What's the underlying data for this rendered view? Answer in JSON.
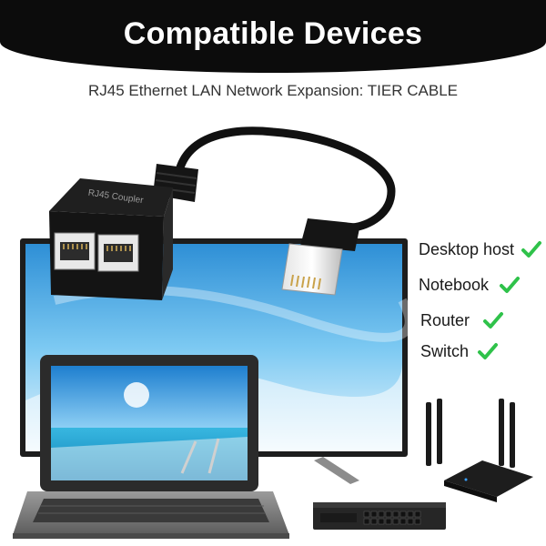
{
  "header": {
    "title": "Compatible Devices",
    "subtitle": "RJ45 Ethernet LAN Network Expansion: TIER CABLE"
  },
  "product": {
    "coupler_label": "RJ45 Coupler"
  },
  "devices": [
    {
      "label": "Desktop host",
      "icon": "check-icon"
    },
    {
      "label": "Notebook",
      "icon": "check-icon"
    },
    {
      "label": "Router",
      "icon": "check-icon"
    },
    {
      "label": "Switch",
      "icon": "check-icon"
    }
  ],
  "colors": {
    "banner": "#0c0c0c",
    "check": "#2fc24a",
    "screen_sky": "#4fb3e8"
  }
}
